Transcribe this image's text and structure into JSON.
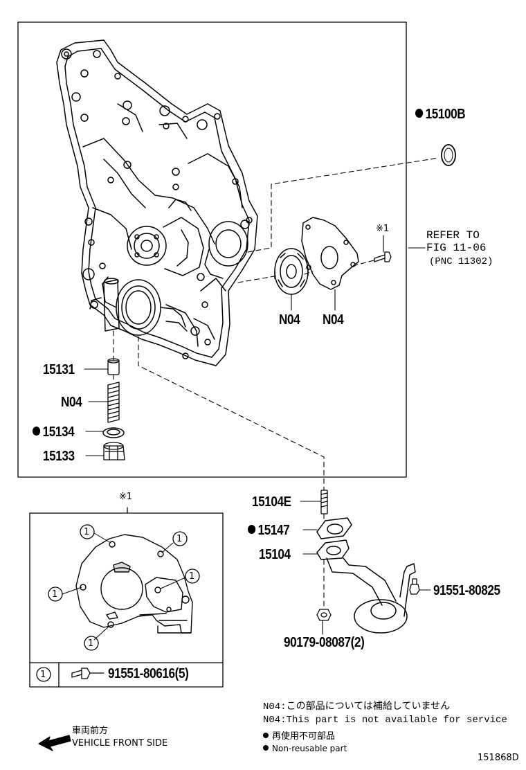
{
  "parts": {
    "p15100B": "15100B",
    "p15131": "15131",
    "n04_left": "N04",
    "p15134": "15134",
    "p15133": "15133",
    "n04_rotor": "N04",
    "n04_cover": "N04",
    "p15104E": "15104E",
    "p15147": "15147",
    "p15104": "15104",
    "p91551_80825": "91551-80825",
    "p90179_08087": "90179-08087(2)"
  },
  "refer": {
    "line1": "REFER TO",
    "line2": "FIG 11-06",
    "line3": "(PNC 11302)"
  },
  "note_mark": "※1",
  "detail": {
    "mark": "※1",
    "circle_label": "1",
    "table_index": "1",
    "table_part": "91551-80616(5)"
  },
  "notes": {
    "line_jp": "N04:この部品については補給していません",
    "line_en": "N04:This part is not available for service",
    "legend_jp": "再使用不可部品",
    "legend_en": "Non-reusable part"
  },
  "direction": {
    "jp": "車両前方",
    "en": "VEHICLE FRONT SIDE"
  },
  "figure_code": "151868D"
}
